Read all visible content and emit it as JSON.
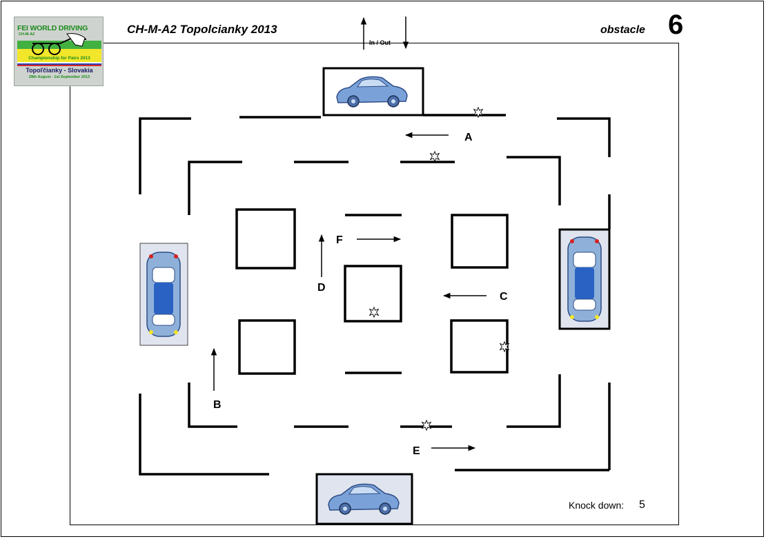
{
  "header": {
    "title": "CH-M-A2 Topolcianky 2013",
    "obstacle_label": "obstacle",
    "obstacle_number": "6",
    "in_out": "In / Out"
  },
  "logo": {
    "line1": "FEI WORLD DRIVING",
    "line2": "CH-M-A2",
    "line3": "Championship for Pairs 2013",
    "line4": "Topoľčianky - Slovakia",
    "line5": "28th August - 1st September 2013"
  },
  "route_letters": {
    "a": "A",
    "b": "B",
    "c": "C",
    "d": "D",
    "e": "E",
    "f": "F"
  },
  "footer": {
    "knock_down_label": "Knock down:",
    "knock_down_value": "5"
  },
  "colors": {
    "car_body": "#7ba2d8",
    "car_frame_bg": "#d8dde8",
    "car_glass": "#2a62c4",
    "line": "#000000"
  }
}
